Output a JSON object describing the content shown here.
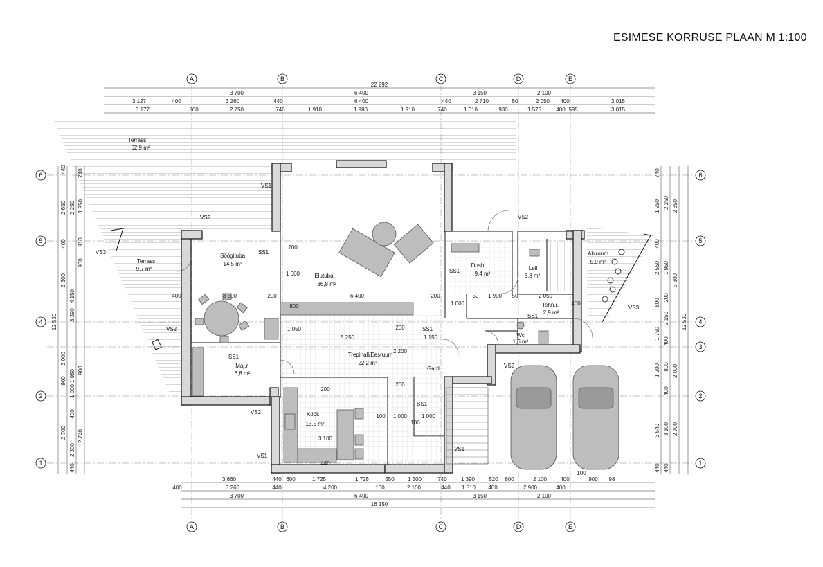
{
  "title": "ESIMESE KORRUSE PLAAN  M 1:100",
  "axes": {
    "letters": [
      "A",
      "B",
      "C",
      "D",
      "E"
    ],
    "numbers": [
      "6",
      "5",
      "4",
      "3",
      "2",
      "1"
    ]
  },
  "rooms": [
    {
      "name": "Terrass",
      "area": "62,9 m²"
    },
    {
      "name": "Terrass",
      "area": "9,7 m²"
    },
    {
      "name": "Söögituba",
      "area": "14,5 m²"
    },
    {
      "name": "Elutuba",
      "area": "36,8 m²"
    },
    {
      "name": "Dush",
      "area": "9,4 m²"
    },
    {
      "name": "Leil",
      "area": "3,8 m²"
    },
    {
      "name": "Abiruum",
      "area": "5,9 m²"
    },
    {
      "name": "Tehn.r.",
      "area": "2,9 m²"
    },
    {
      "name": "Wc",
      "area": "1,6 m²"
    },
    {
      "name": "Trepihall/Eesruum",
      "area": "22,2 m²"
    },
    {
      "name": "Maj.r.",
      "area": "6,8 m²"
    },
    {
      "name": "Köök",
      "area": "13,5 m²"
    },
    {
      "name": "Gard.",
      "area": ""
    }
  ],
  "labels": {
    "vs1": "VS1",
    "vs2": "VS2",
    "vs3": "VS3",
    "ss1": "SS1"
  },
  "dims": {
    "top_overall": "22 292",
    "top_row1": [
      "3 700",
      "6 400",
      "3 150",
      "2 100"
    ],
    "top_row2": [
      "3 127",
      "400",
      "3 260",
      "440",
      "6 400",
      "440",
      "2 710",
      "50",
      "2 050",
      "400",
      "3 015"
    ],
    "top_row3": [
      "3 177",
      "860",
      "2 750",
      "740",
      "1 910",
      "1 980",
      "1 910",
      "740",
      "1 610",
      "930",
      "1 575",
      "400",
      "595",
      "3 015"
    ],
    "bottom_row1": [
      "3 660",
      "440",
      "600",
      "1 725",
      "1 725",
      "550",
      "1 500",
      "740",
      "1 390",
      "520",
      "800",
      "2 100",
      "400",
      "900",
      "98"
    ],
    "bottom_row2": [
      "400",
      "3 260",
      "440",
      "4 200",
      "100",
      "2 100",
      "440",
      "1 510",
      "400",
      "2 900",
      "400"
    ],
    "bottom_row3": [
      "3 700",
      "6 400",
      "3 150",
      "2 100"
    ],
    "bottom_overall": "16 150",
    "left_outer": "12 530",
    "left_row1": [
      "440",
      "2 650",
      "400",
      "3 300",
      "3 390",
      "3 000",
      "1 000",
      "2 700",
      "2 300",
      "440"
    ],
    "left_row2": [
      "740",
      "1 950",
      "910",
      "900",
      "4 150",
      "1 950",
      "400",
      "2 740"
    ],
    "left_row3": [
      "2 250",
      "900",
      "900"
    ],
    "right_outer": "12 530",
    "right_row1": [
      "440",
      "1 950",
      "400",
      "2 550",
      "800",
      "1 750",
      "1 200",
      "400",
      "3 540",
      "440"
    ],
    "right_row2": [
      "740",
      "2 250",
      "1 950",
      "200",
      "2 150",
      "400",
      "800",
      "3 100"
    ],
    "right_row3": [
      "2 650",
      "3 300",
      "2 000",
      "2 700"
    ],
    "inner": [
      "1 600",
      "700",
      "400",
      "3 500",
      "200",
      "6 400",
      "200",
      "800",
      "1 050",
      "5 250",
      "1 150",
      "200",
      "2 200",
      "200",
      "1 000",
      "1 000",
      "100",
      "100",
      "3 100",
      "440",
      "200",
      "1 000",
      "50",
      "1 900",
      "50",
      "2 050",
      "400",
      "100"
    ]
  }
}
